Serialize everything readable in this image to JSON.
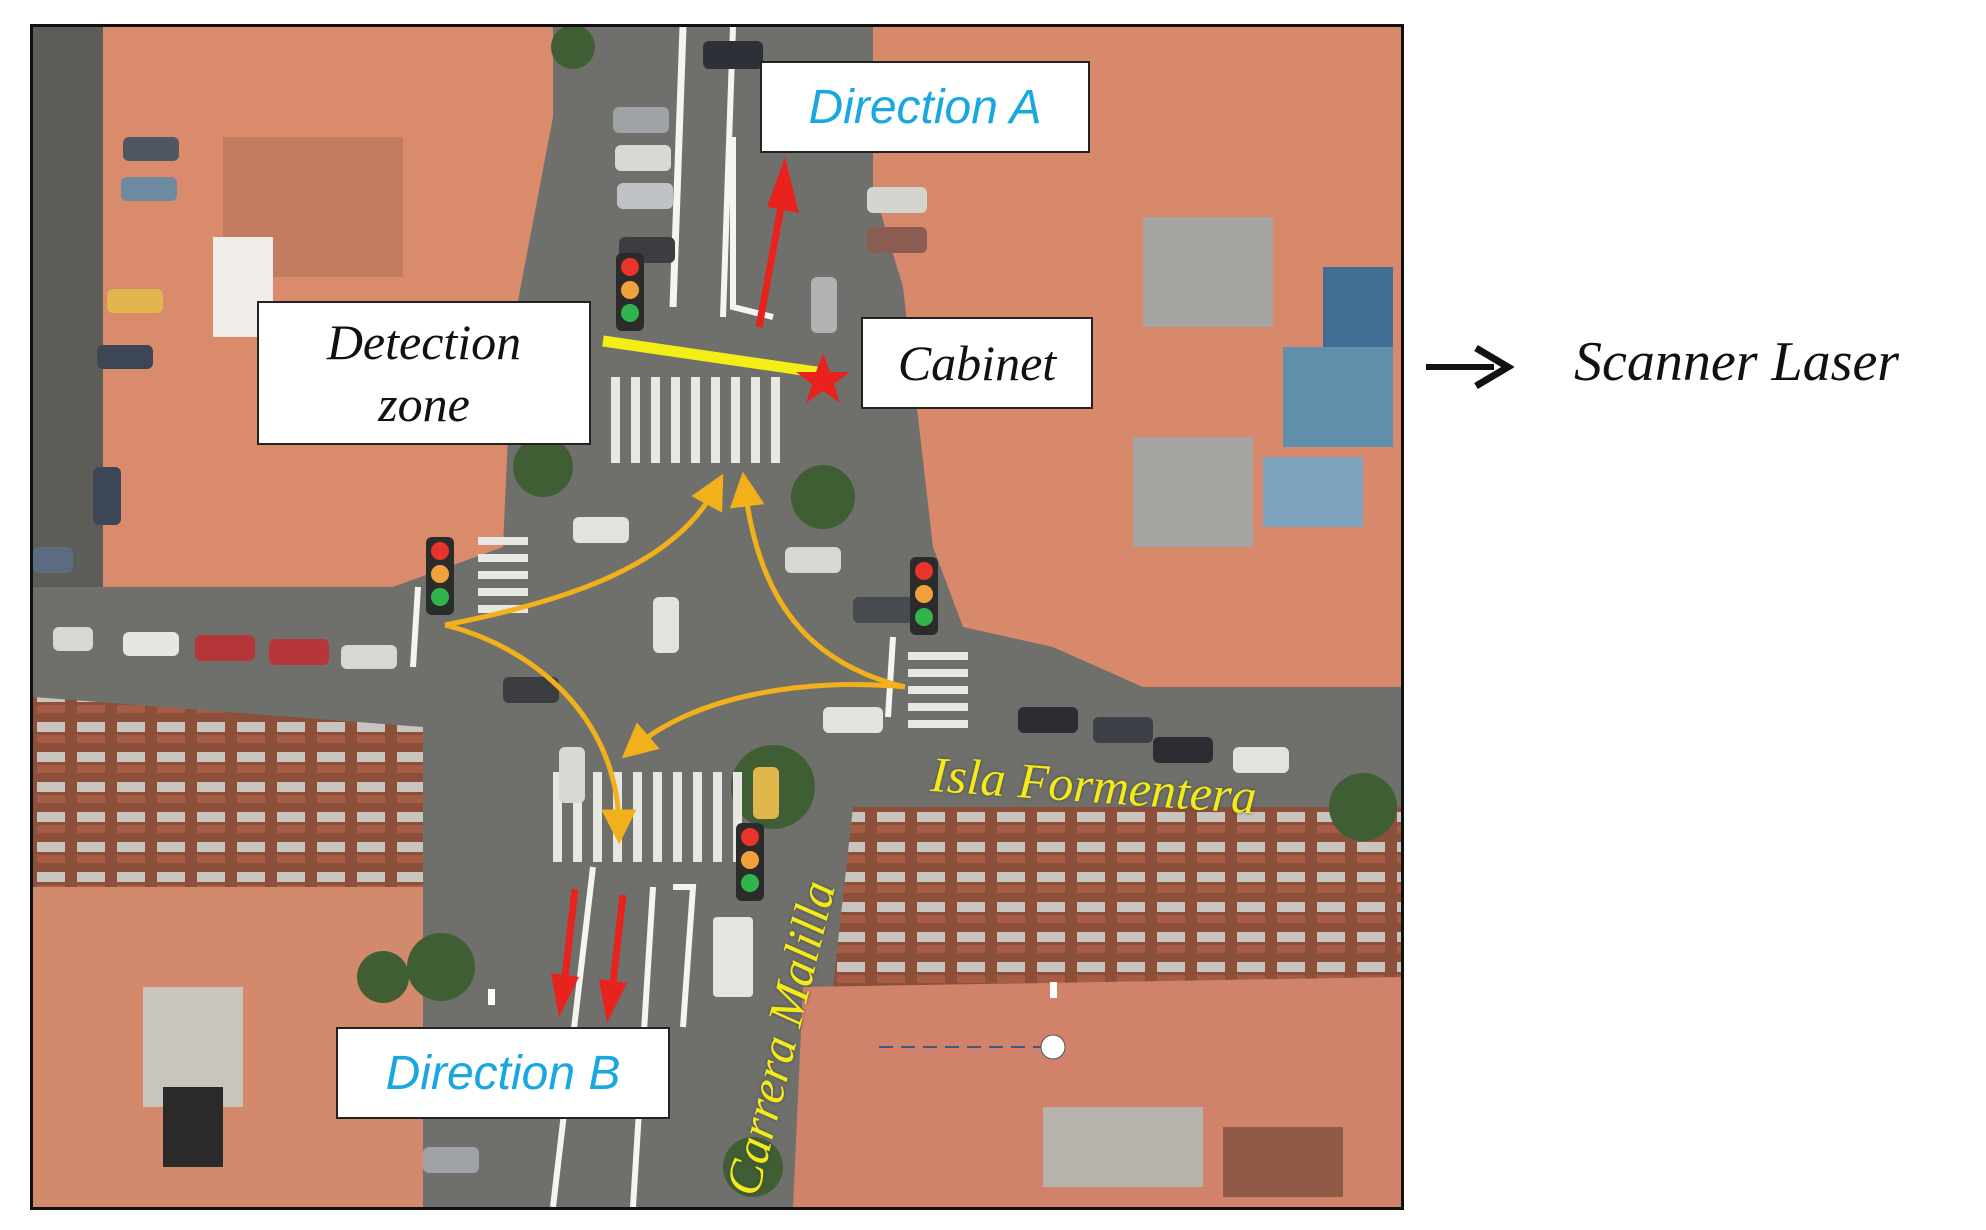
{
  "labels": {
    "direction_a": "Direction A",
    "direction_b": "Direction B",
    "detection_zone_line1": "Detection",
    "detection_zone_line2": "zone",
    "cabinet": "Cabinet"
  },
  "streets": {
    "isla_formentera": "Isla Formentera",
    "carrera_malilla": "Carrera Malilla"
  },
  "legend": {
    "text": "Scanner Laser",
    "icon": "arrow-right-icon"
  },
  "colors": {
    "direction_label": "#19a7e0",
    "street_label": "#f4ea1a",
    "movement_arrows": "#f2b11a",
    "direction_arrows": "#e8231e",
    "detection_line": "#f4ee16",
    "cabinet_star": "#e8231e"
  }
}
